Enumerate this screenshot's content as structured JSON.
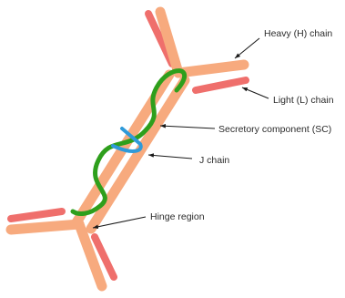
{
  "labels": {
    "heavy_chain": "Heavy (H) chain",
    "light_chain": "Light (L) chain",
    "secretory_component": "Secretory component (SC)",
    "j_chain": "J chain",
    "hinge_region": "Hinge region"
  },
  "colors": {
    "heavy_chain": "#f7aa7e",
    "light_chain": "#ef6f6c",
    "secretory_component": "#2e9f1c",
    "j_chain": "#2f9ad9",
    "leader_line": "#1a1a1a"
  }
}
